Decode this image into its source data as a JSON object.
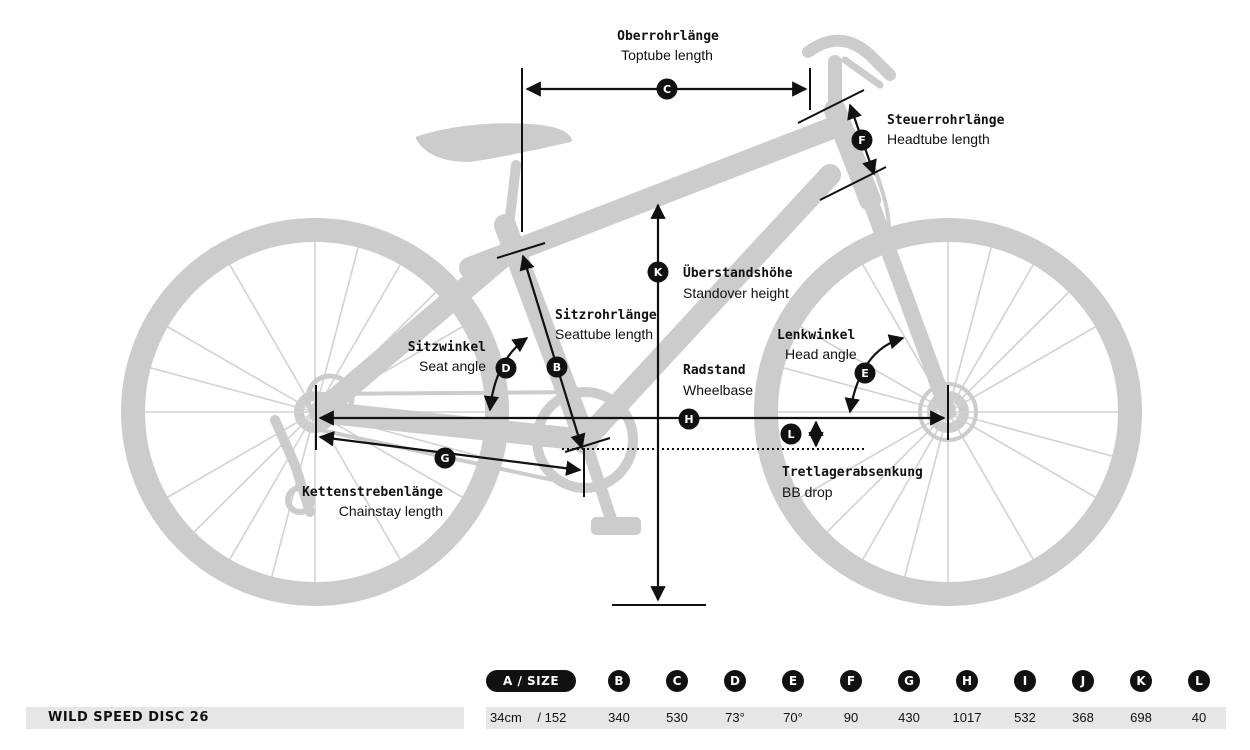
{
  "labels": {
    "c": {
      "letter": "C",
      "de": "Oberrohrlänge",
      "en": "Toptube length"
    },
    "f": {
      "letter": "F",
      "de": "Steuerrohrlänge",
      "en": "Headtube length"
    },
    "k": {
      "letter": "K",
      "de": "Überstandshöhe",
      "en": "Standover height"
    },
    "b": {
      "letter": "B",
      "de": "Sitzrohrlänge",
      "en": "Seattube length"
    },
    "d": {
      "letter": "D",
      "de": "Sitzwinkel",
      "en": "Seat angle"
    },
    "e": {
      "letter": "E",
      "de": "Lenkwinkel",
      "en": "Head angle"
    },
    "h": {
      "letter": "H",
      "de": "Radstand",
      "en": "Wheelbase"
    },
    "l": {
      "letter": "L",
      "de": "Tretlagerabsenkung",
      "en": "BB drop"
    },
    "g": {
      "letter": "G",
      "de": "Kettenstrebenlänge",
      "en": "Chainstay length"
    }
  },
  "table": {
    "size_header": "A / SIZE",
    "headers": [
      "B",
      "C",
      "D",
      "E",
      "F",
      "G",
      "H",
      "I",
      "J",
      "K",
      "L"
    ],
    "row": {
      "model": "WILD SPEED DISC 26",
      "size_cm": "34cm",
      "size_sep": "/ 152",
      "values": [
        "340",
        "530",
        "73°",
        "70°",
        "90",
        "430",
        "1017",
        "532",
        "368",
        "698",
        "40"
      ]
    }
  },
  "colors": {
    "bike": "#cccccc",
    "ink": "#111111",
    "row_bg": "#e6e6e6"
  }
}
